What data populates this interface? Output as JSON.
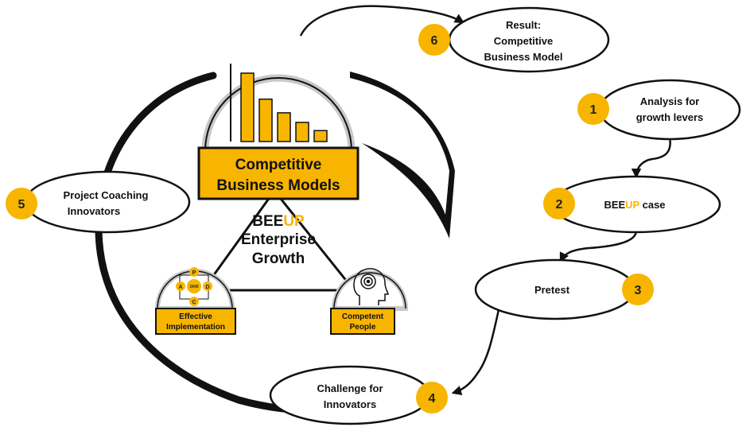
{
  "colors": {
    "accent": "#F7B500",
    "outline": "#111111",
    "dome": "#c8c8c8"
  },
  "center": {
    "box_line1": "Competitive",
    "box_line2": "Business Models",
    "brand_prefix": "BEE",
    "brand_suffix": "UP",
    "line2": "Enterprise",
    "line3": "Growth"
  },
  "corners": {
    "left_line1": "Effective",
    "left_line2": "Implementation",
    "right_line1": "Competent",
    "right_line2": "People"
  },
  "pdca": {
    "top": "P",
    "left": "A",
    "center": "OKR",
    "right": "D",
    "bottom": "C"
  },
  "bar_chart": {
    "values": [
      100,
      62,
      42,
      28,
      16
    ]
  },
  "steps": [
    {
      "number": "1",
      "line1": "Analysis for",
      "line2": "growth levers"
    },
    {
      "number": "2",
      "line1_prefix": "BEE",
      "line1_accent": "UP",
      "line1_suffix": " case"
    },
    {
      "number": "3",
      "line1": "Pretest"
    },
    {
      "number": "4",
      "line1": "Challenge for",
      "line2": "Innovators"
    },
    {
      "number": "5",
      "line1": "Project Coaching",
      "line2": "Innovators"
    },
    {
      "number": "6",
      "line1": "Result:",
      "line2": "Competitive",
      "line3": "Business Model"
    }
  ]
}
